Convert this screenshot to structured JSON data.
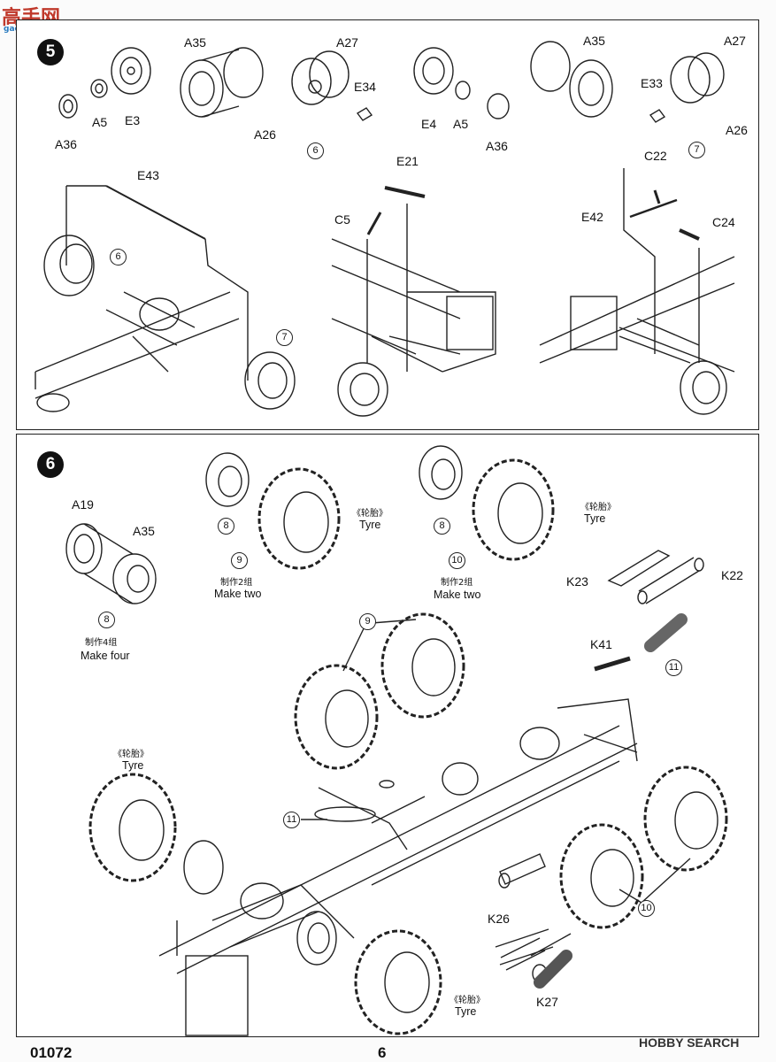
{
  "watermark_top": {
    "brand": "高手网",
    "url": "gao-shou.com"
  },
  "watermark_bottom": {
    "brand": "HOBBY SEARCH"
  },
  "step5": {
    "number": "5",
    "parts": {
      "a36_left": "A36",
      "a5_left": "A5",
      "e3": "E3",
      "a35_left": "A35",
      "a27_left": "A27",
      "e34": "E34",
      "a26_left": "A26",
      "e4": "E4",
      "a5_right": "A5",
      "a36_right": "A36",
      "a35_right": "A35",
      "a27_right": "A27",
      "e33": "E33",
      "a26_right": "A26",
      "e43": "E43",
      "e21": "E21",
      "c5": "C5",
      "c22": "C22",
      "e42": "E42",
      "c24": "C24"
    },
    "callouts": {
      "six_top": "6",
      "seven_top": "7",
      "six_axle": "6",
      "seven_axle": "7"
    }
  },
  "step6": {
    "number": "6",
    "parts": {
      "a19": "A19",
      "a35": "A35",
      "k23": "K23",
      "k22": "K22",
      "k41": "K41",
      "k26": "K26",
      "k27": "K27"
    },
    "callouts": {
      "eight_a": "8",
      "eight_b": "8",
      "eight_c": "8",
      "nine_a": "9",
      "nine_b": "9",
      "ten_a": "10",
      "ten_b": "10",
      "eleven_a": "11",
      "eleven_b": "11"
    },
    "notes": {
      "make_four_cn": "制作4组",
      "make_four_en": "Make four",
      "make_two_cn_a": "制作2组",
      "make_two_en_a": "Make two",
      "make_two_cn_b": "制作2组",
      "make_two_en_b": "Make two",
      "tyre_cn_a": "《轮胎》",
      "tyre_en_a": "Tyre",
      "tyre_cn_b": "《轮胎》",
      "tyre_en_b": "Tyre",
      "tyre_cn_c": "《轮胎》",
      "tyre_en_c": "Tyre",
      "tyre_cn_d": "《轮胎》",
      "tyre_en_d": "Tyre"
    }
  },
  "footer": {
    "code": "01072",
    "page": "6"
  }
}
